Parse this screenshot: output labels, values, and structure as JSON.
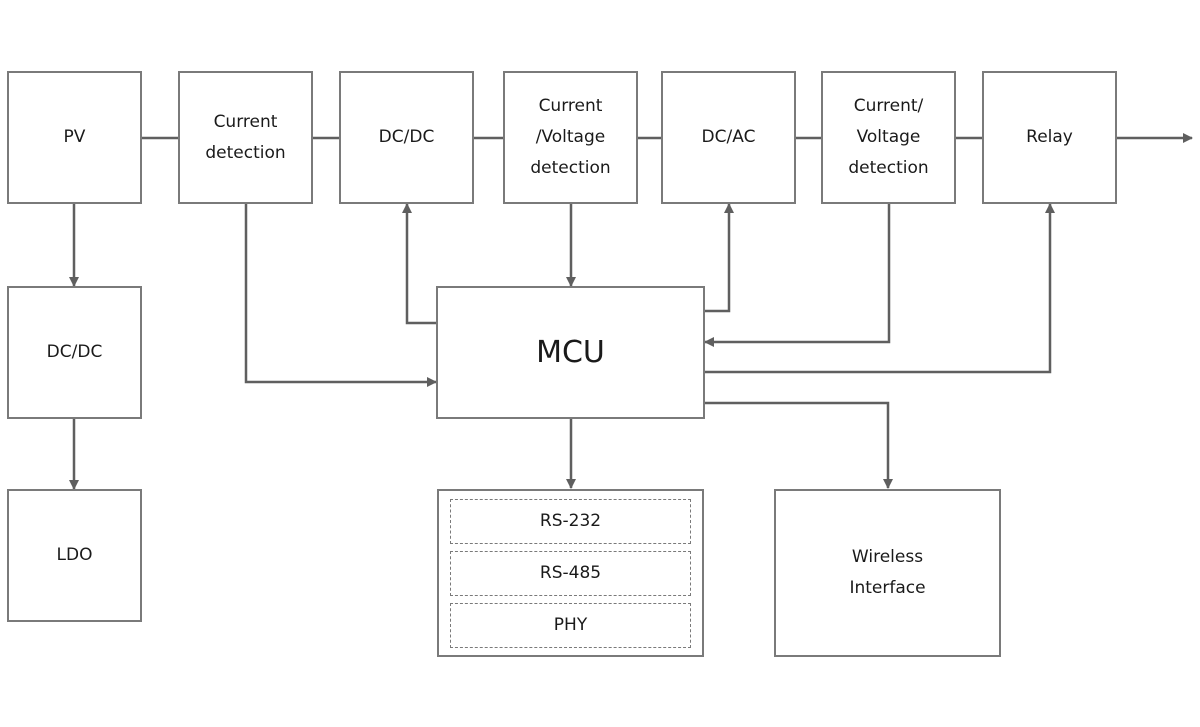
{
  "diagram": {
    "blocks": {
      "pv": "PV",
      "current_detection": "Current\ndetection",
      "dcdc_main": "DC/DC",
      "cv_detection_1": "Current\n/Voltage\ndetection",
      "dcac": "DC/AC",
      "cv_detection_2": "Current/\nVoltage\ndetection",
      "relay": "Relay",
      "dcdc_aux": "DC/DC",
      "ldo": "LDO",
      "mcu": "MCU",
      "wireless": "Wireless\nInterface"
    },
    "comm_interfaces": [
      "RS-232",
      "RS-485",
      "PHY"
    ],
    "colors": {
      "line": "#5f5f5f",
      "border": "#7a7a7a"
    }
  }
}
